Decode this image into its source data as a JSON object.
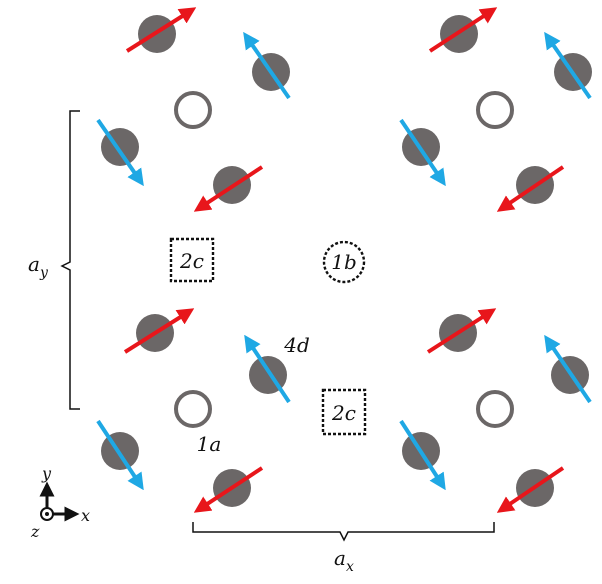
{
  "colors": {
    "atom": "#6b6767",
    "vacancy": "#6b6767",
    "red": "#e8161b",
    "blue": "#1fa8e4",
    "ink": "#111111"
  },
  "site_labels": {
    "site_1a": "1a",
    "site_1b": "1b",
    "site_2c_left": "2c",
    "site_2c_right": "2c",
    "site_4d": "4d"
  },
  "lattice": {
    "ay_main": "a",
    "ay_sub": "y",
    "ax_main": "a",
    "ax_sub": "x"
  },
  "axes": {
    "y": "y",
    "x": "x",
    "z": "z"
  },
  "icons": {
    "moment_red": "arrow-icon",
    "moment_blue": "arrow-icon",
    "axis_out_of_plane": "circle-dot-icon"
  }
}
